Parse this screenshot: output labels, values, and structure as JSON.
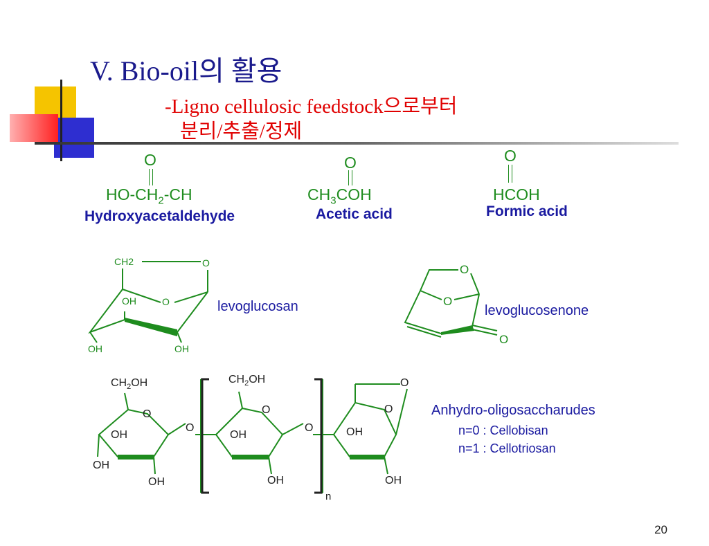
{
  "slide": {
    "title": "V. Bio-oil의 활용",
    "subtitle_line1": "-Ligno cellulosic feedstock으로부터",
    "subtitle_line2": "분리/추출/정제",
    "page_number": "20"
  },
  "compounds": [
    {
      "carbonyl": "O",
      "formula_prefix": "HO-CH",
      "formula_sub": "2",
      "formula_suffix": "-CH",
      "name": "Hydroxyacetaldehyde"
    },
    {
      "carbonyl": "O",
      "formula_prefix": "CH",
      "formula_sub": "3",
      "formula_suffix": "COH",
      "name": "Acetic acid"
    },
    {
      "carbonyl": "O",
      "formula_prefix": "HCOH",
      "name": "Formic acid"
    }
  ],
  "structures": {
    "levoglucosan": {
      "name": "levoglucosan",
      "labels": [
        "CH2",
        "O",
        "OH",
        "O",
        "OH",
        "OH"
      ]
    },
    "levoglucosenone": {
      "name": "levoglucosenone",
      "labels": [
        "O",
        "O",
        "O"
      ]
    },
    "oligo": {
      "name": "Anhydro-oligosaccharudes",
      "n0": "n=0 : Cellobisan",
      "n1": "n=1 : Cellotriosan",
      "subscript_n": "n"
    }
  },
  "colors": {
    "title": "#1a1a8c",
    "subtitle": "#e00000",
    "formula": "#1e8c1e",
    "name": "#1a1aa0",
    "bond": "#1e8c1e"
  }
}
